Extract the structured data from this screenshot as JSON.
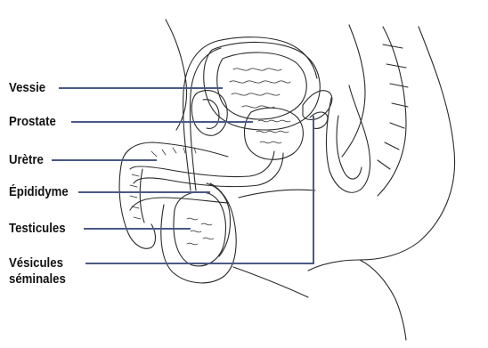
{
  "diagram": {
    "labels": {
      "vessie": "Vessie",
      "prostate": "Prostate",
      "uretre": "Urètre",
      "epididyme": "Épididyme",
      "testicules": "Testicules",
      "vesicules_line1": "Vésicules",
      "vesicules_line2": "séminales"
    },
    "colors": {
      "leader": "#4a5a86",
      "ink": "#2a2a2a",
      "text": "#111111"
    }
  }
}
